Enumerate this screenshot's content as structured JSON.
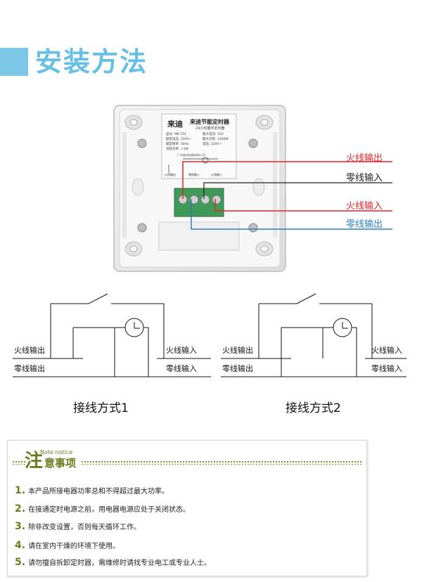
{
  "header": {
    "title": "安装方法",
    "accent_color": "#66bfe5"
  },
  "device": {
    "brand": "来迪",
    "product": "来迪节能定时器",
    "subtitle": "24小时循环定时器",
    "spec_left": [
      "型号: MK-724",
      "额定电压: 220V~",
      "额定频率: 50Hz",
      "消耗功率: <1W"
    ],
    "spec_right": [
      "最大电流: 15A",
      "最大功率: 3300W",
      "电压: 220V~"
    ],
    "footer": "广州来迪电器有限公司",
    "terminal_labels": [
      "火线输出",
      "零线输入",
      "火线输入"
    ]
  },
  "wires": [
    {
      "label": "火线输出",
      "color": "#e0262a"
    },
    {
      "label": "零线输入",
      "color": "#222222"
    },
    {
      "label": "火线输入",
      "color": "#e0262a"
    },
    {
      "label": "零线输出",
      "color": "#2d7fc1"
    }
  ],
  "diagrams": [
    {
      "caption": "接线方式1",
      "left_top": "火线输出",
      "left_bottom": "零线输出",
      "right_top": "火线输入",
      "right_bottom": "零线输入"
    },
    {
      "caption": "接线方式2",
      "left_top": "火线输出",
      "left_bottom": "零线输出",
      "right_top": "火线输入",
      "right_bottom": "零线输入"
    }
  ],
  "notice": {
    "title_big": "注",
    "title_rest": "意事项",
    "title_en": "Note notice",
    "items": [
      {
        "num": "1.",
        "text": "本产品所接电器功率总和不得超过最大功率。"
      },
      {
        "num": "2.",
        "text": "在接通定时电源之前，用电器电源应处于关闭状态。"
      },
      {
        "num": "3.",
        "text": "除非改变设置，否则每天循环工作。"
      },
      {
        "num": "4.",
        "text": "请在室内干燥的环境下使用。"
      },
      {
        "num": "5.",
        "text": "请勿擅自拆卸定时器，需维修时请找专业电工或专业人士。"
      }
    ]
  }
}
